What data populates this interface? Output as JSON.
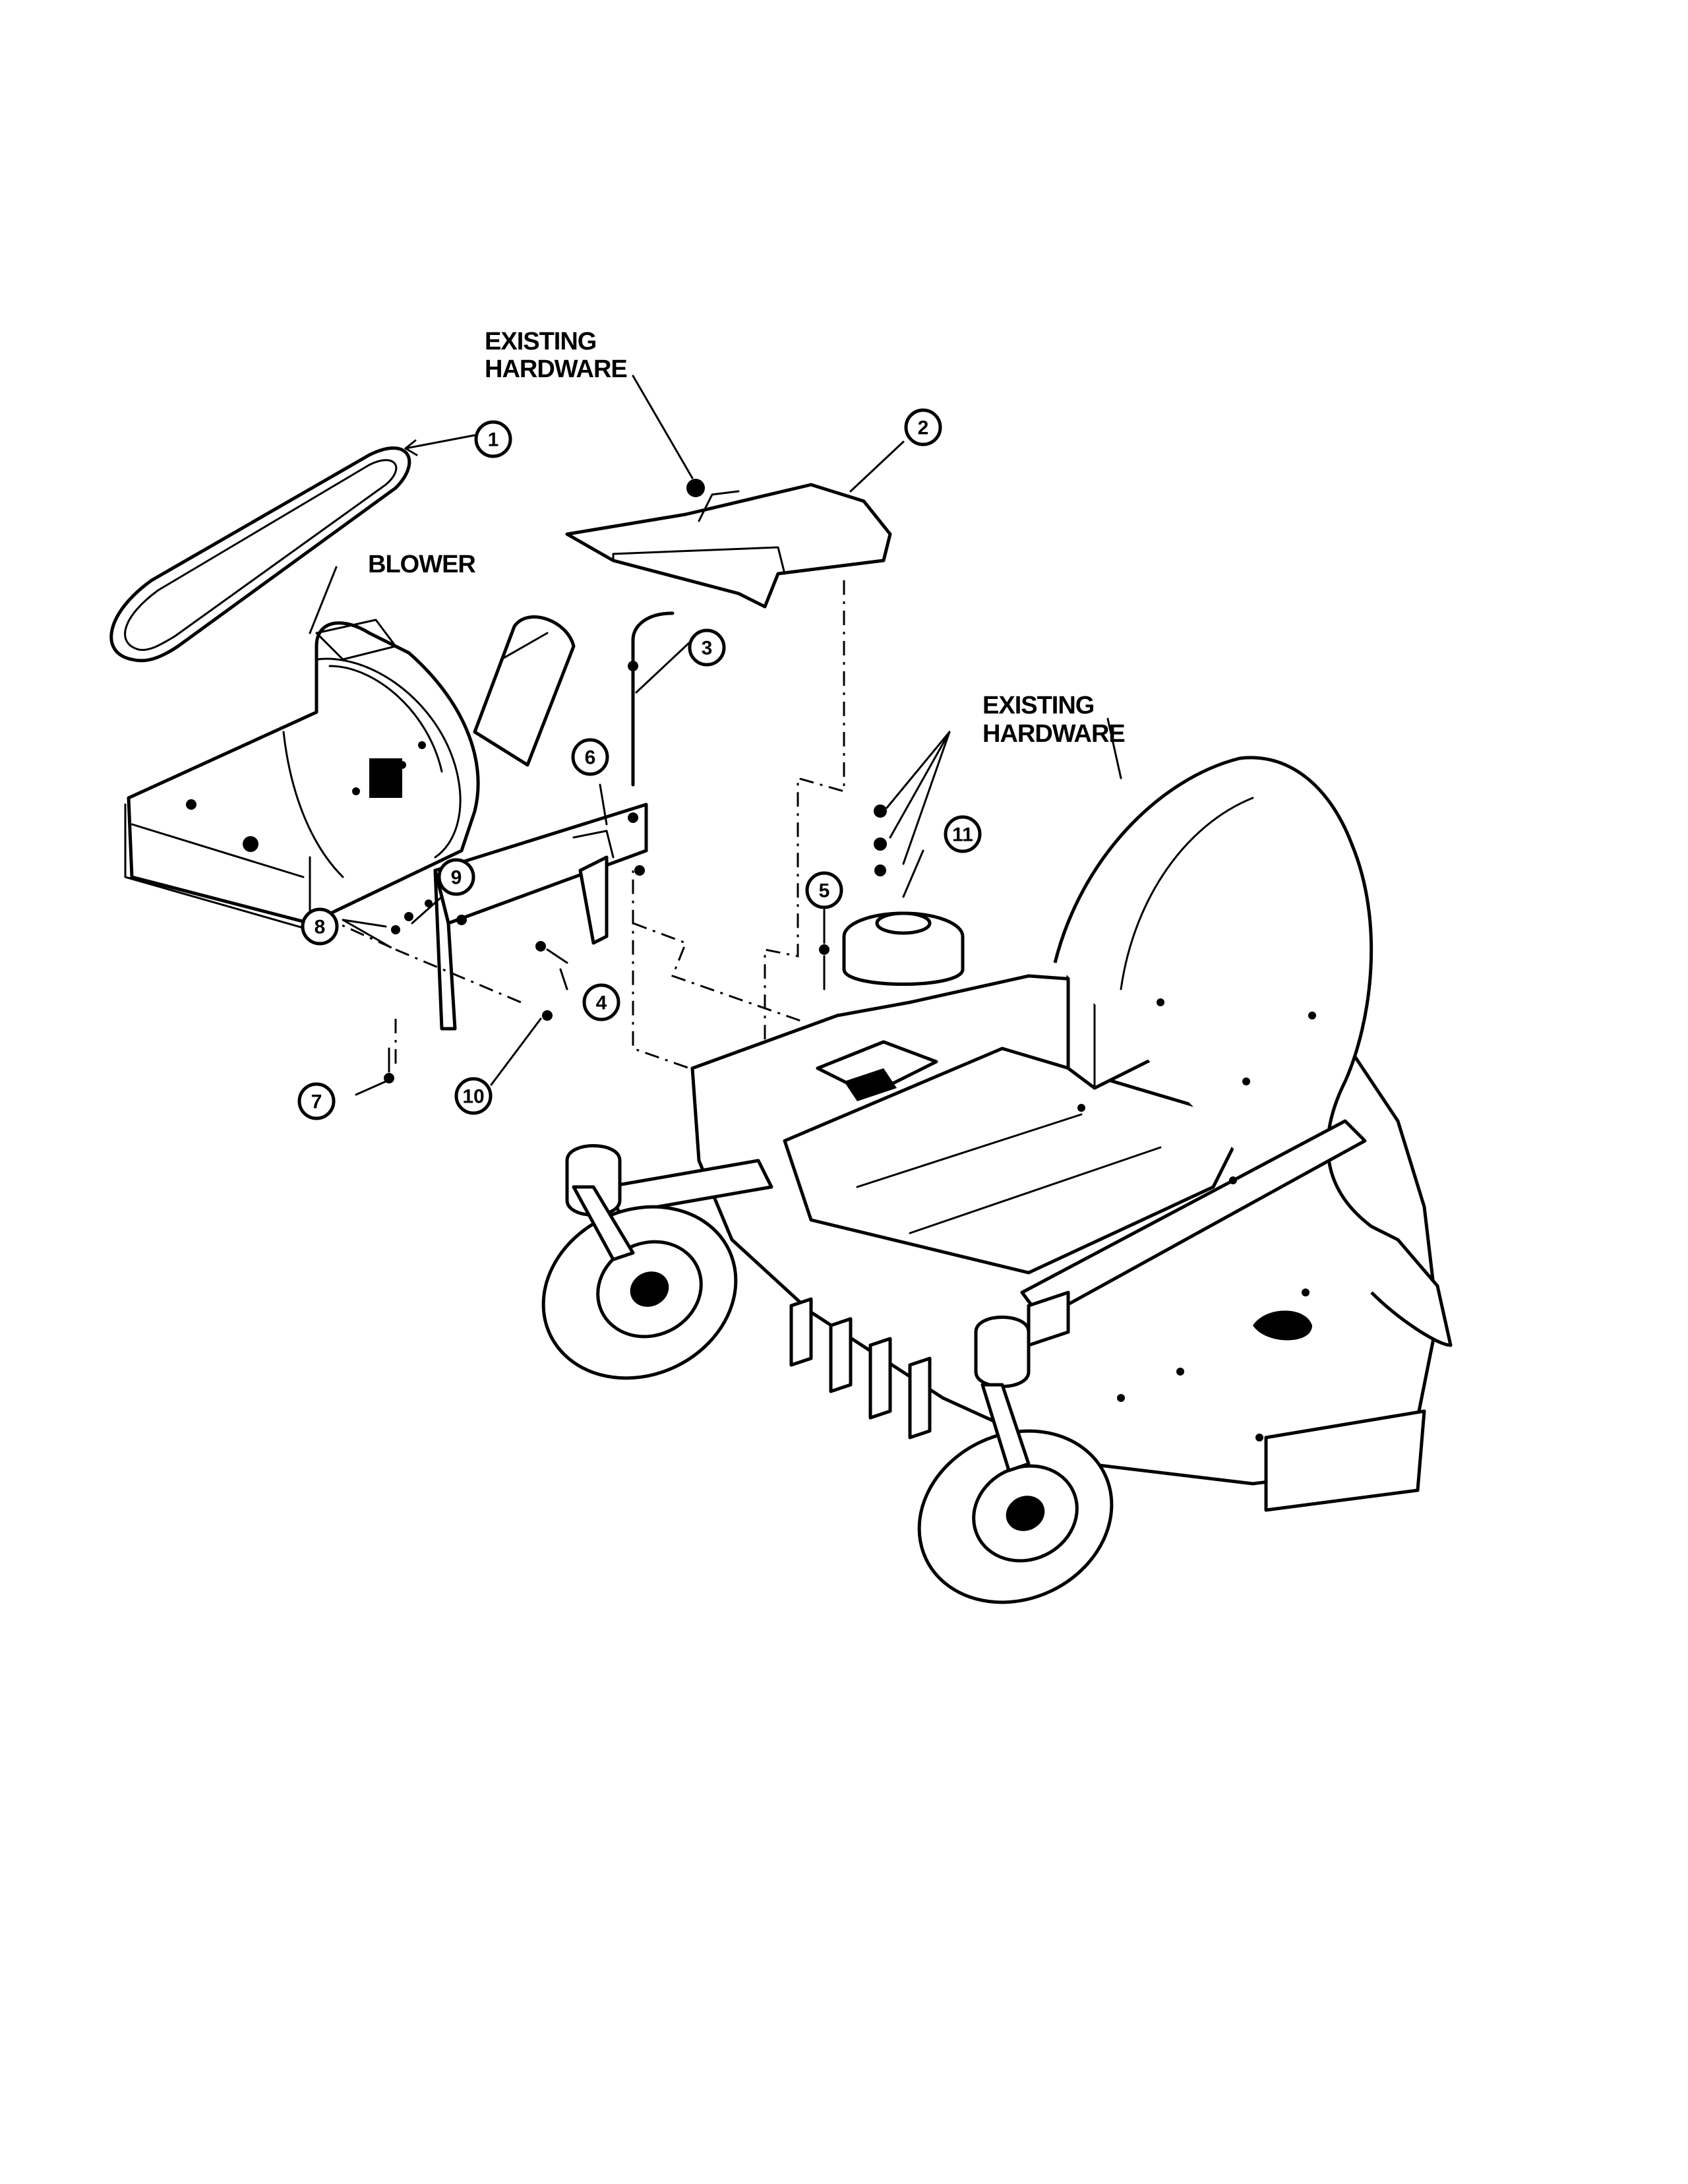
{
  "labels": {
    "existing_hardware_top_line1": "EXISTING",
    "existing_hardware_top_line2": "HARDWARE",
    "existing_hardware_right_line1": "EXISTING",
    "existing_hardware_right_line2": "HARDWARE",
    "blower": "BLOWER"
  },
  "callouts": [
    "1",
    "2",
    "3",
    "4",
    "5",
    "6",
    "7",
    "8",
    "9",
    "10",
    "11"
  ]
}
